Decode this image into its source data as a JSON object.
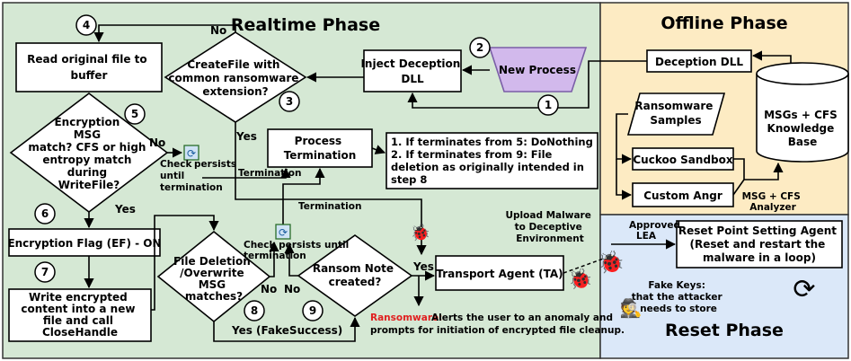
{
  "phases": {
    "realtime": "Realtime Phase",
    "offline": "Offline Phase",
    "reset": "Reset Phase"
  },
  "nodes": {
    "read_file": [
      "Read original file to",
      "buffer"
    ],
    "createfile": [
      "CreateFile with",
      "common ransomware",
      "extension?"
    ],
    "inject_dll": [
      "Inject Deception",
      "DLL"
    ],
    "new_process": "New Process",
    "encryption_match": [
      "Encryption",
      "MSG",
      "match? CFS or high",
      "entropy match",
      "during",
      "WriteFile?"
    ],
    "process_termination": [
      "Process",
      "Termination"
    ],
    "termination_notes": [
      "1. If terminates from 5: DoNothing",
      "2. If terminates from 9: File",
      "deletion as originally intended in",
      "step 8"
    ],
    "encryption_flag": "Encryption Flag (EF) - ON",
    "write_encrypted": [
      "Write encrypted",
      "content into a new",
      "file and call",
      "CloseHandle"
    ],
    "file_deletion": [
      "File Deletion",
      "/Overwrite",
      "MSG",
      "matches?"
    ],
    "ransom_note": [
      "Ransom Note",
      "created?"
    ],
    "transport_agent": "Transport Agent (TA)",
    "deception_dll": "Deception DLL",
    "ransomware_samples": [
      "Ransomware",
      "Samples"
    ],
    "cuckoo": "Cuckoo Sandbox",
    "angr": "Custom Angr",
    "knowledge_base": [
      "MSGs + CFS",
      "Knowledge",
      "Base"
    ],
    "reset_agent": [
      "Reset Point Setting Agent",
      "(Reset and restart the",
      "malware in a loop)"
    ]
  },
  "labels": {
    "no": "No",
    "yes": "Yes",
    "yes_fake": "Yes (FakeSuccess)",
    "termination": "Termination",
    "check_persists_1": [
      "Check",
      "persists",
      "until",
      "termination"
    ],
    "check_persists_2": [
      "Check persists until",
      "termination"
    ],
    "upload": [
      "Upload Malware",
      "to Deceptive",
      "Environment"
    ],
    "approved": [
      "Approved",
      "LEA"
    ],
    "msg_cfs": [
      "MSG + CFS",
      "Analyzer"
    ],
    "fake_keys": [
      "Fake Keys:",
      "that the attacker",
      "needs to store"
    ],
    "ransomware_prefix": "Ransomware:",
    "ransomware_alert": [
      "Alerts the user to an anomaly and",
      "prompts for initiation of encrypted file cleanup."
    ]
  },
  "step_numbers": [
    "1",
    "2",
    "3",
    "4",
    "5",
    "6",
    "7",
    "8",
    "9"
  ],
  "colors": {
    "realtime_bg": "#d5e8d4",
    "offline_bg": "#fdebc3",
    "reset_bg": "#dbe8f9",
    "new_process_fill": "#d2b9ec",
    "ransomware_red": "#e02020"
  }
}
